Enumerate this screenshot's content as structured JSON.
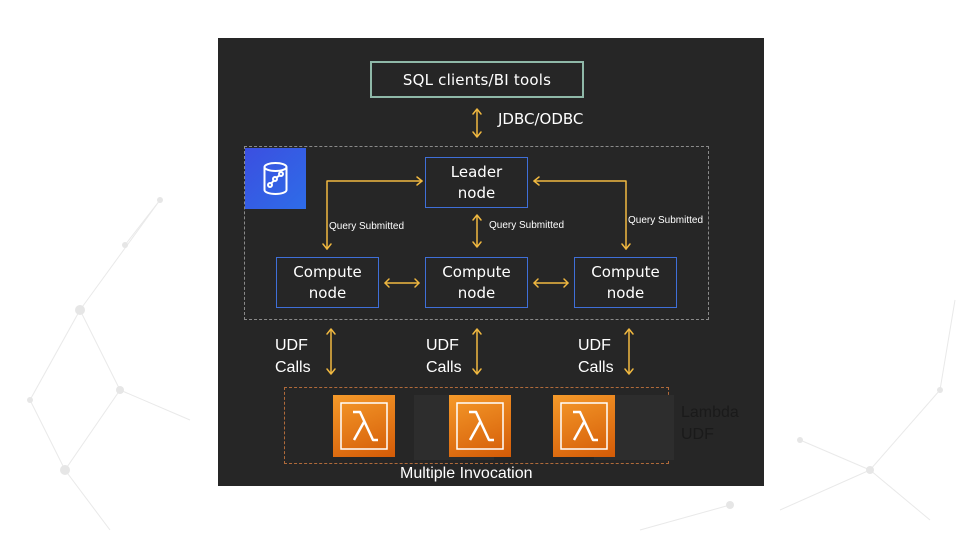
{
  "diagram": {
    "sql_clients": "SQL clients/BI tools",
    "jdbc": "JDBC/ODBC",
    "leader_node": "Leader\nnode",
    "compute_node": "Compute\nnode",
    "query_submitted": "Query Submitted",
    "udf_calls": "UDF\nCalls",
    "lambda_udf": "Lambda\nUDF",
    "multiple_invocation": "Multiple Invocation"
  },
  "colors": {
    "panel": "#262626",
    "arrow": "#f0b840",
    "node_border": "#3f6fd8",
    "sql_border": "#8fb8a8",
    "lambda": "#e8780f",
    "redshift": "#3b4fe0"
  },
  "icons": {
    "redshift": "redshift-database-icon",
    "lambda": "lambda-icon"
  }
}
